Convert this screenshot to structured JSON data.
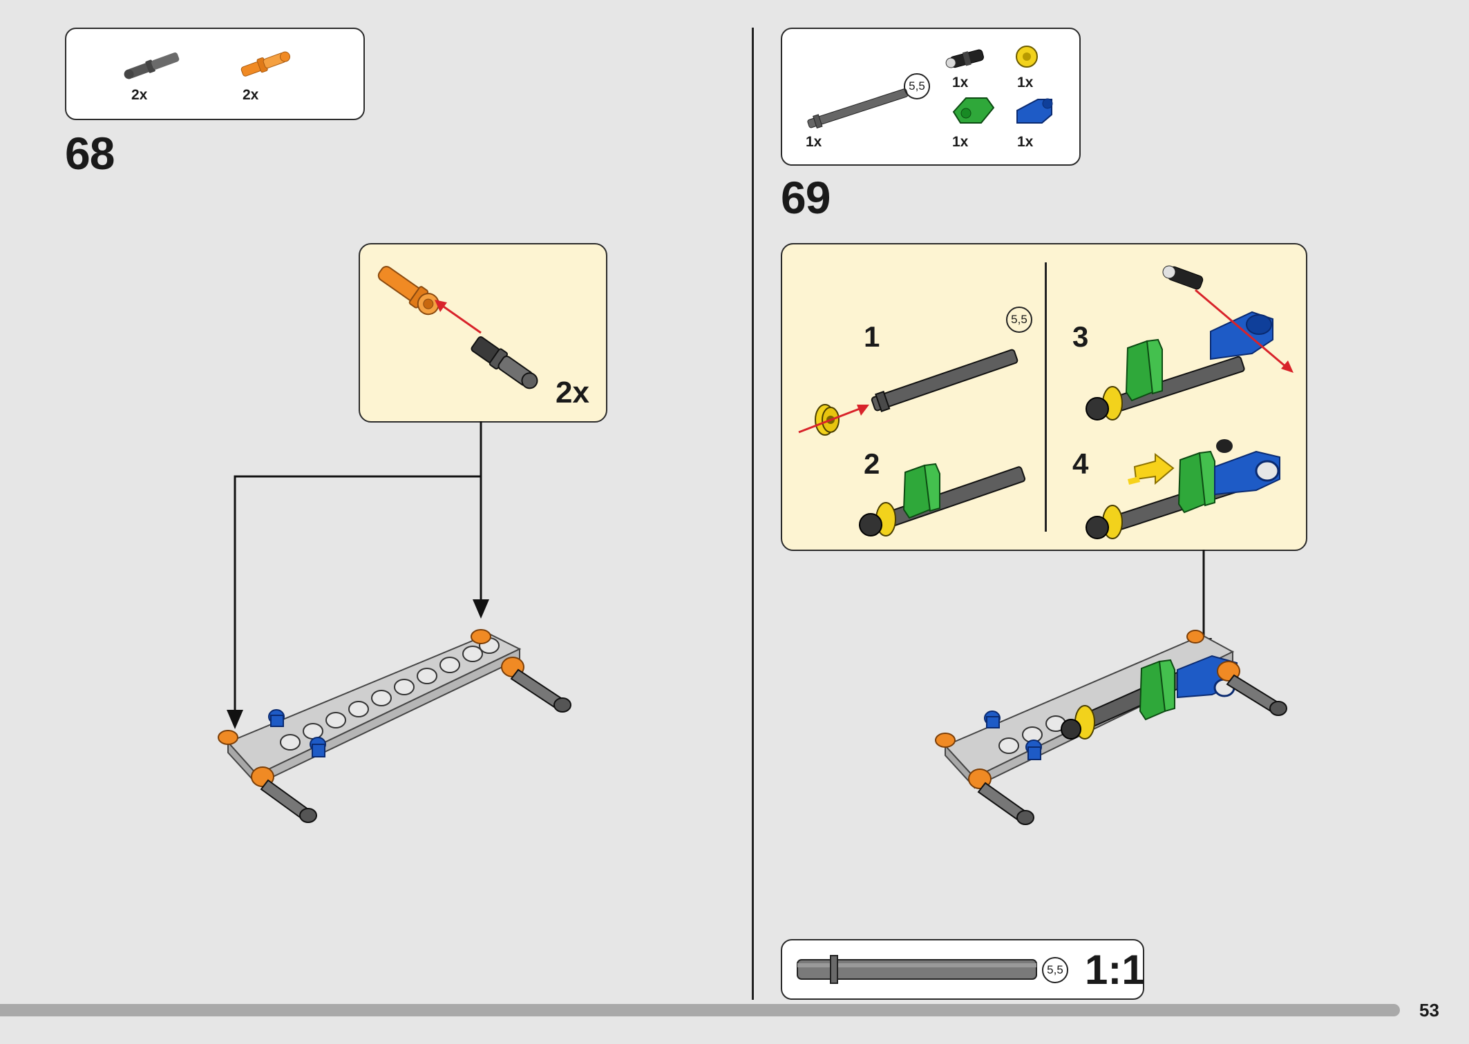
{
  "colors": {
    "background": "#e6e6e6",
    "callout_fill": "#fdf4d2",
    "orange": "#f08a24",
    "blue": "#1e5bc6",
    "green": "#2fa83a",
    "yellow": "#f2d21c",
    "dark_grey": "#5a5a5a",
    "light_grey": "#d2d2d2",
    "red_arrow": "#d8232a"
  },
  "step68": {
    "number": "68",
    "parts": [
      {
        "icon": "dark-grey-axle-pin-icon",
        "qty": "2x"
      },
      {
        "icon": "orange-pin-icon",
        "qty": "2x"
      }
    ],
    "callout": {
      "multiplier": "2x"
    }
  },
  "step69": {
    "number": "69",
    "parts": [
      {
        "icon": "grey-axle-icon",
        "qty": "1x",
        "axle_length": "5,5"
      },
      {
        "icon": "black-pin-icon",
        "qty": "1x"
      },
      {
        "icon": "yellow-bush-icon",
        "qty": "1x"
      },
      {
        "icon": "green-connector-icon",
        "qty": "1x"
      },
      {
        "icon": "blue-connector-icon",
        "qty": "1x"
      }
    ],
    "callout": {
      "substeps": [
        "1",
        "2",
        "3",
        "4"
      ],
      "axle_length": "5,5"
    },
    "scale_box": {
      "axle_length": "5,5",
      "ratio": "1:1"
    }
  },
  "page_number": "53"
}
